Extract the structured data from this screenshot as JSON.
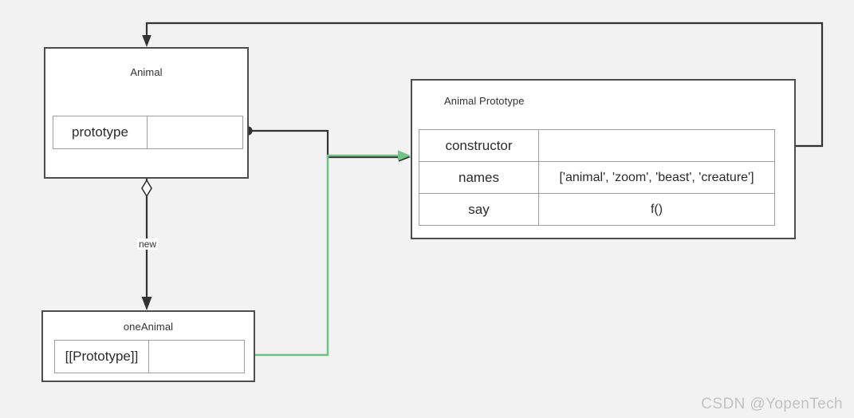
{
  "diagram": {
    "background_color": "#f2f2f2",
    "nodes": [
      {
        "id": "animal",
        "title": "Animal",
        "rows": [
          {
            "key": "prototype",
            "value": ""
          }
        ]
      },
      {
        "id": "animal-prototype",
        "title": "Animal Prototype",
        "rows": [
          {
            "key": "constructor",
            "value": ""
          },
          {
            "key": "names",
            "value": "['animal', 'zoom', 'beast', 'creature']"
          },
          {
            "key": "say",
            "value": "f()"
          }
        ]
      },
      {
        "id": "one-animal",
        "title": "oneAnimal",
        "rows": [
          {
            "key": "[[Prototype]]",
            "value": ""
          }
        ]
      }
    ],
    "edges": [
      {
        "id": "animal-prototype-link",
        "from": "animal.prototype",
        "to": "animal-prototype",
        "color": "#333333",
        "arrow": "filled-triangle",
        "label": ""
      },
      {
        "id": "constructor-back-link",
        "from": "animal-prototype.constructor",
        "to": "animal",
        "color": "#333333",
        "arrow": "filled-triangle",
        "label": ""
      },
      {
        "id": "new-instance-link",
        "from": "animal",
        "to": "one-animal",
        "color": "#333333",
        "arrow": "filled-triangle",
        "source_decoration": "open-diamond",
        "label": "new"
      },
      {
        "id": "prototype-chain-link",
        "from": "one-animal.[[Prototype]]",
        "to": "animal-prototype",
        "color": "#72c486",
        "arrow": "filled-triangle",
        "label": ""
      }
    ],
    "watermark": "CSDN @YopenTech",
    "colors": {
      "node_border": "#4d4d4d",
      "table_border": "#9e9e9e",
      "edge_black": "#333333",
      "edge_green": "#72c486",
      "watermark": "#c2c2c2"
    }
  }
}
